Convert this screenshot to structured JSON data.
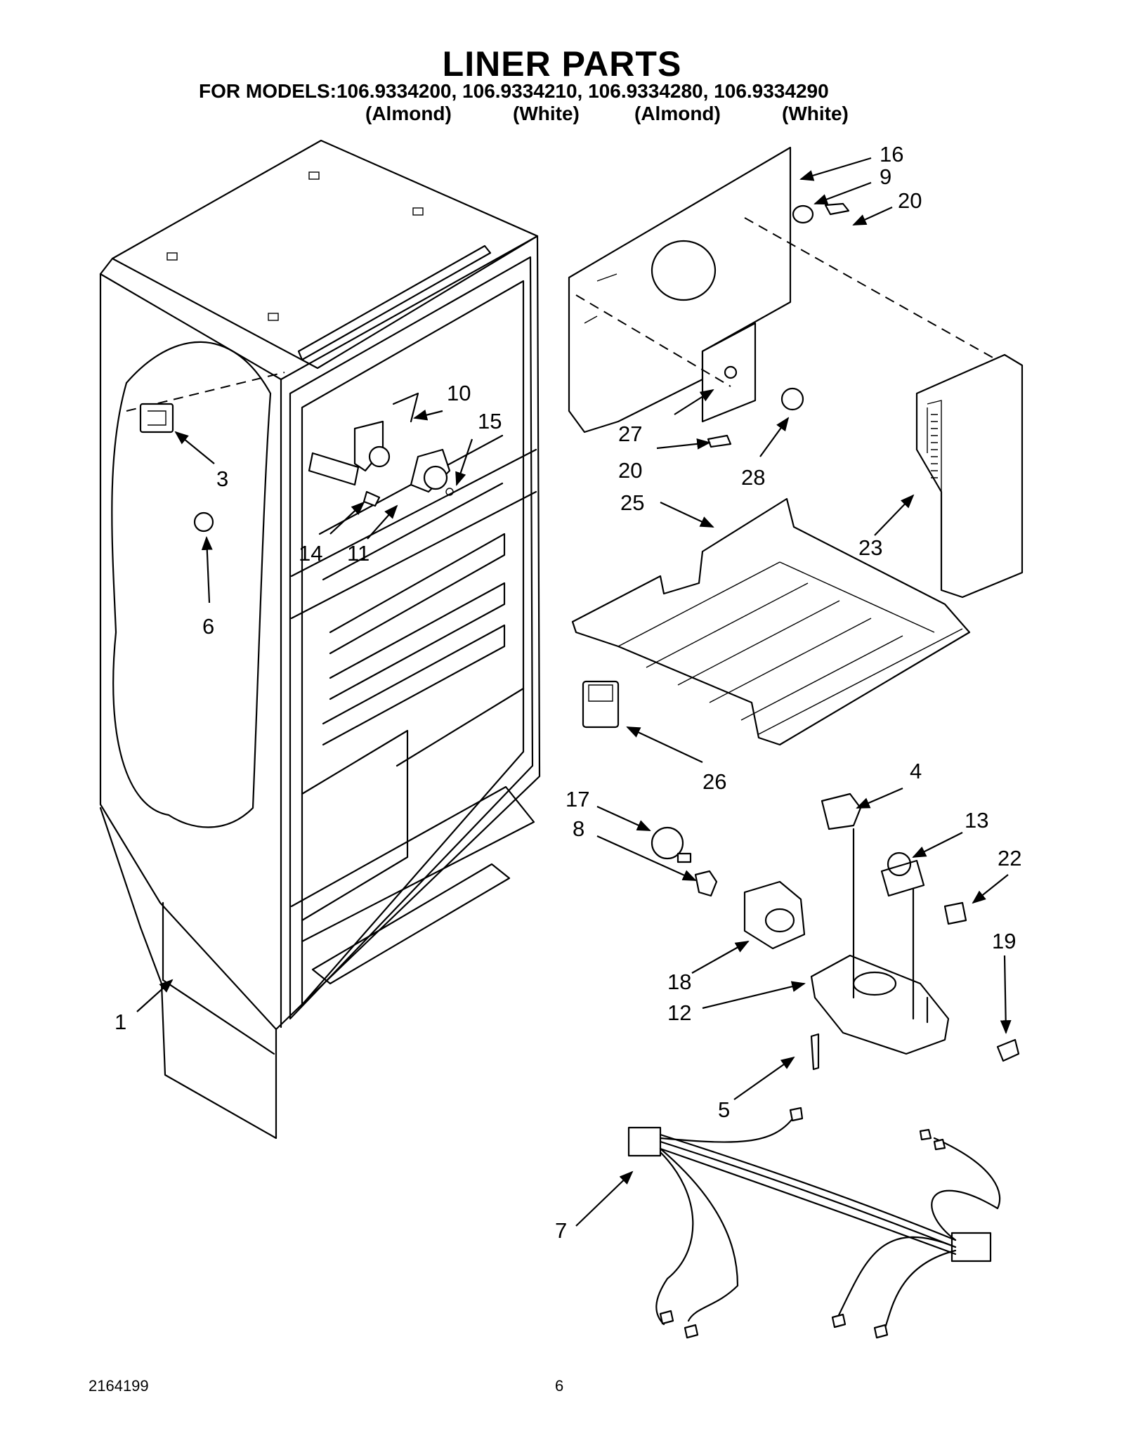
{
  "header": {
    "title": "LINER PARTS",
    "models_line": "FOR MODELS:106.9334200, 106.9334210, 106.9334280, 106.9334290",
    "variants": [
      "(Almond)",
      "(White)",
      "(Almond)",
      "(White)"
    ]
  },
  "callouts": [
    "1",
    "3",
    "6",
    "10",
    "15",
    "14",
    "11",
    "16",
    "9",
    "20",
    "27",
    "20",
    "28",
    "25",
    "23",
    "26",
    "4",
    "17",
    "8",
    "13",
    "22",
    "19",
    "18",
    "12",
    "5",
    "7"
  ],
  "footer": {
    "doc_number": "2164199",
    "page_number": "6"
  }
}
